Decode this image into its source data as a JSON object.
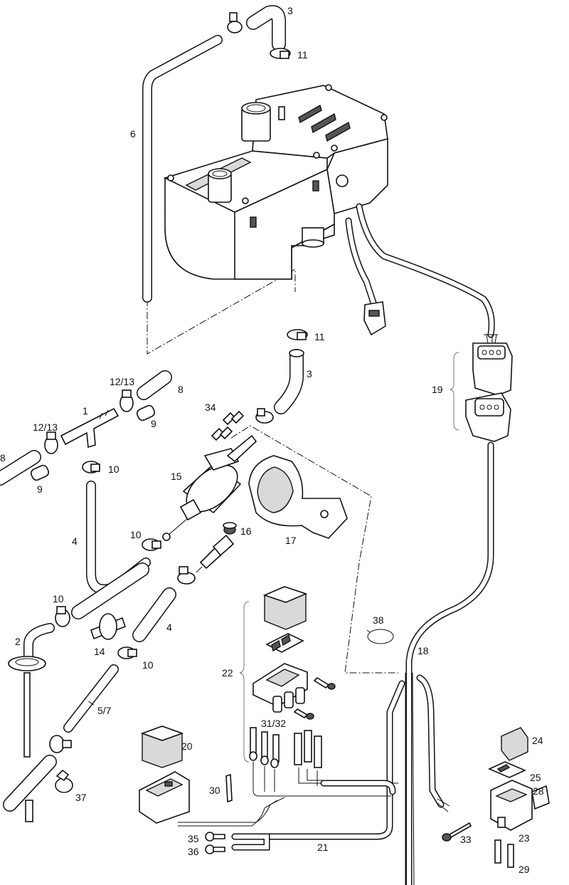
{
  "labels": {
    "l1": "1",
    "l2": "2",
    "l3a": "3",
    "l3b": "3",
    "l4a": "4",
    "l4b": "4",
    "l5_7": "5/7",
    "l6": "6",
    "l8a": "8",
    "l8b": "8",
    "l9a": "9",
    "l9b": "9",
    "l10a": "10",
    "l10b": "10",
    "l10c": "10",
    "l10d": "10",
    "l11a": "11",
    "l11b": "11",
    "l12_13a": "12/13",
    "l12_13b": "12/13",
    "l14": "14",
    "l15": "15",
    "l16": "16",
    "l17": "17",
    "l18": "18",
    "l19": "19",
    "l20": "20",
    "l21": "21",
    "l22": "22",
    "l23": "23",
    "l24": "24",
    "l25": "25",
    "l28": "28",
    "l29": "29",
    "l30": "30",
    "l31_32": "31/32",
    "l33": "33",
    "l34": "34",
    "l35": "35",
    "l36": "36",
    "l37": "37",
    "l38": "38"
  }
}
